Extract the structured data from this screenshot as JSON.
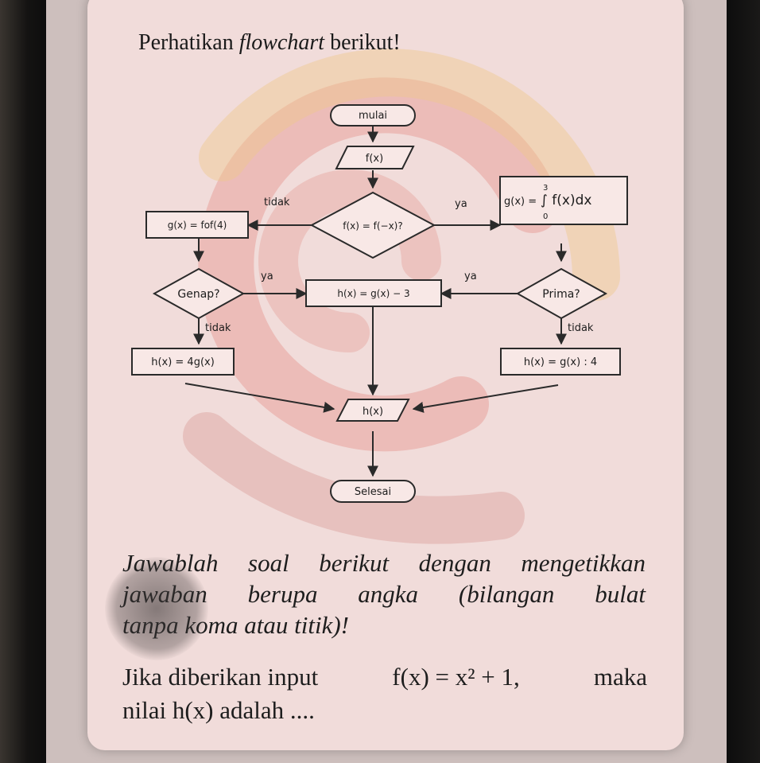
{
  "header": {
    "title_prefix": "Perhatikan ",
    "title_italic": "flowchart",
    "title_suffix": " berikut!"
  },
  "flowchart": {
    "start": "mulai",
    "input": "f(x)",
    "decision_main": "f(x) = f(−x)?",
    "left_process": "g(x) = fof(4)",
    "right_process_prefix": "g(x) =",
    "right_process_integral": "∫ f(x)dx",
    "right_process_upper": "3",
    "right_process_lower": "0",
    "decision_left": "Genap?",
    "decision_right": "Prima?",
    "center_process": "h(x) = g(x) − 3",
    "left_lower_process": "h(x) = 4g(x)",
    "right_lower_process": "h(x) = g(x) : 4",
    "output": "h(x)",
    "end": "Selesai",
    "label_no_main": "tidak",
    "label_yes_main": "ya",
    "label_yes_left": "ya",
    "label_yes_right": "ya",
    "label_no_left": "tidak",
    "label_no_right": "tidak"
  },
  "instructions": {
    "line1": "Jawablah soal berikut dengan mengetikkan",
    "line2": "jawaban berupa angka (bilangan bulat",
    "line3": "tanpa koma atau titik)!"
  },
  "question": {
    "part1": "Jika diberikan input",
    "part2": "f(x) = x² + 1,",
    "part3": "maka",
    "part4": "nilai h(x) adalah ...."
  },
  "colors": {
    "card": "#f1dcda",
    "watermark_red": "#e7a39d",
    "watermark_gold": "#efc88c",
    "box_fill": "#f8e8e6",
    "stroke": "#2a2a2a"
  }
}
